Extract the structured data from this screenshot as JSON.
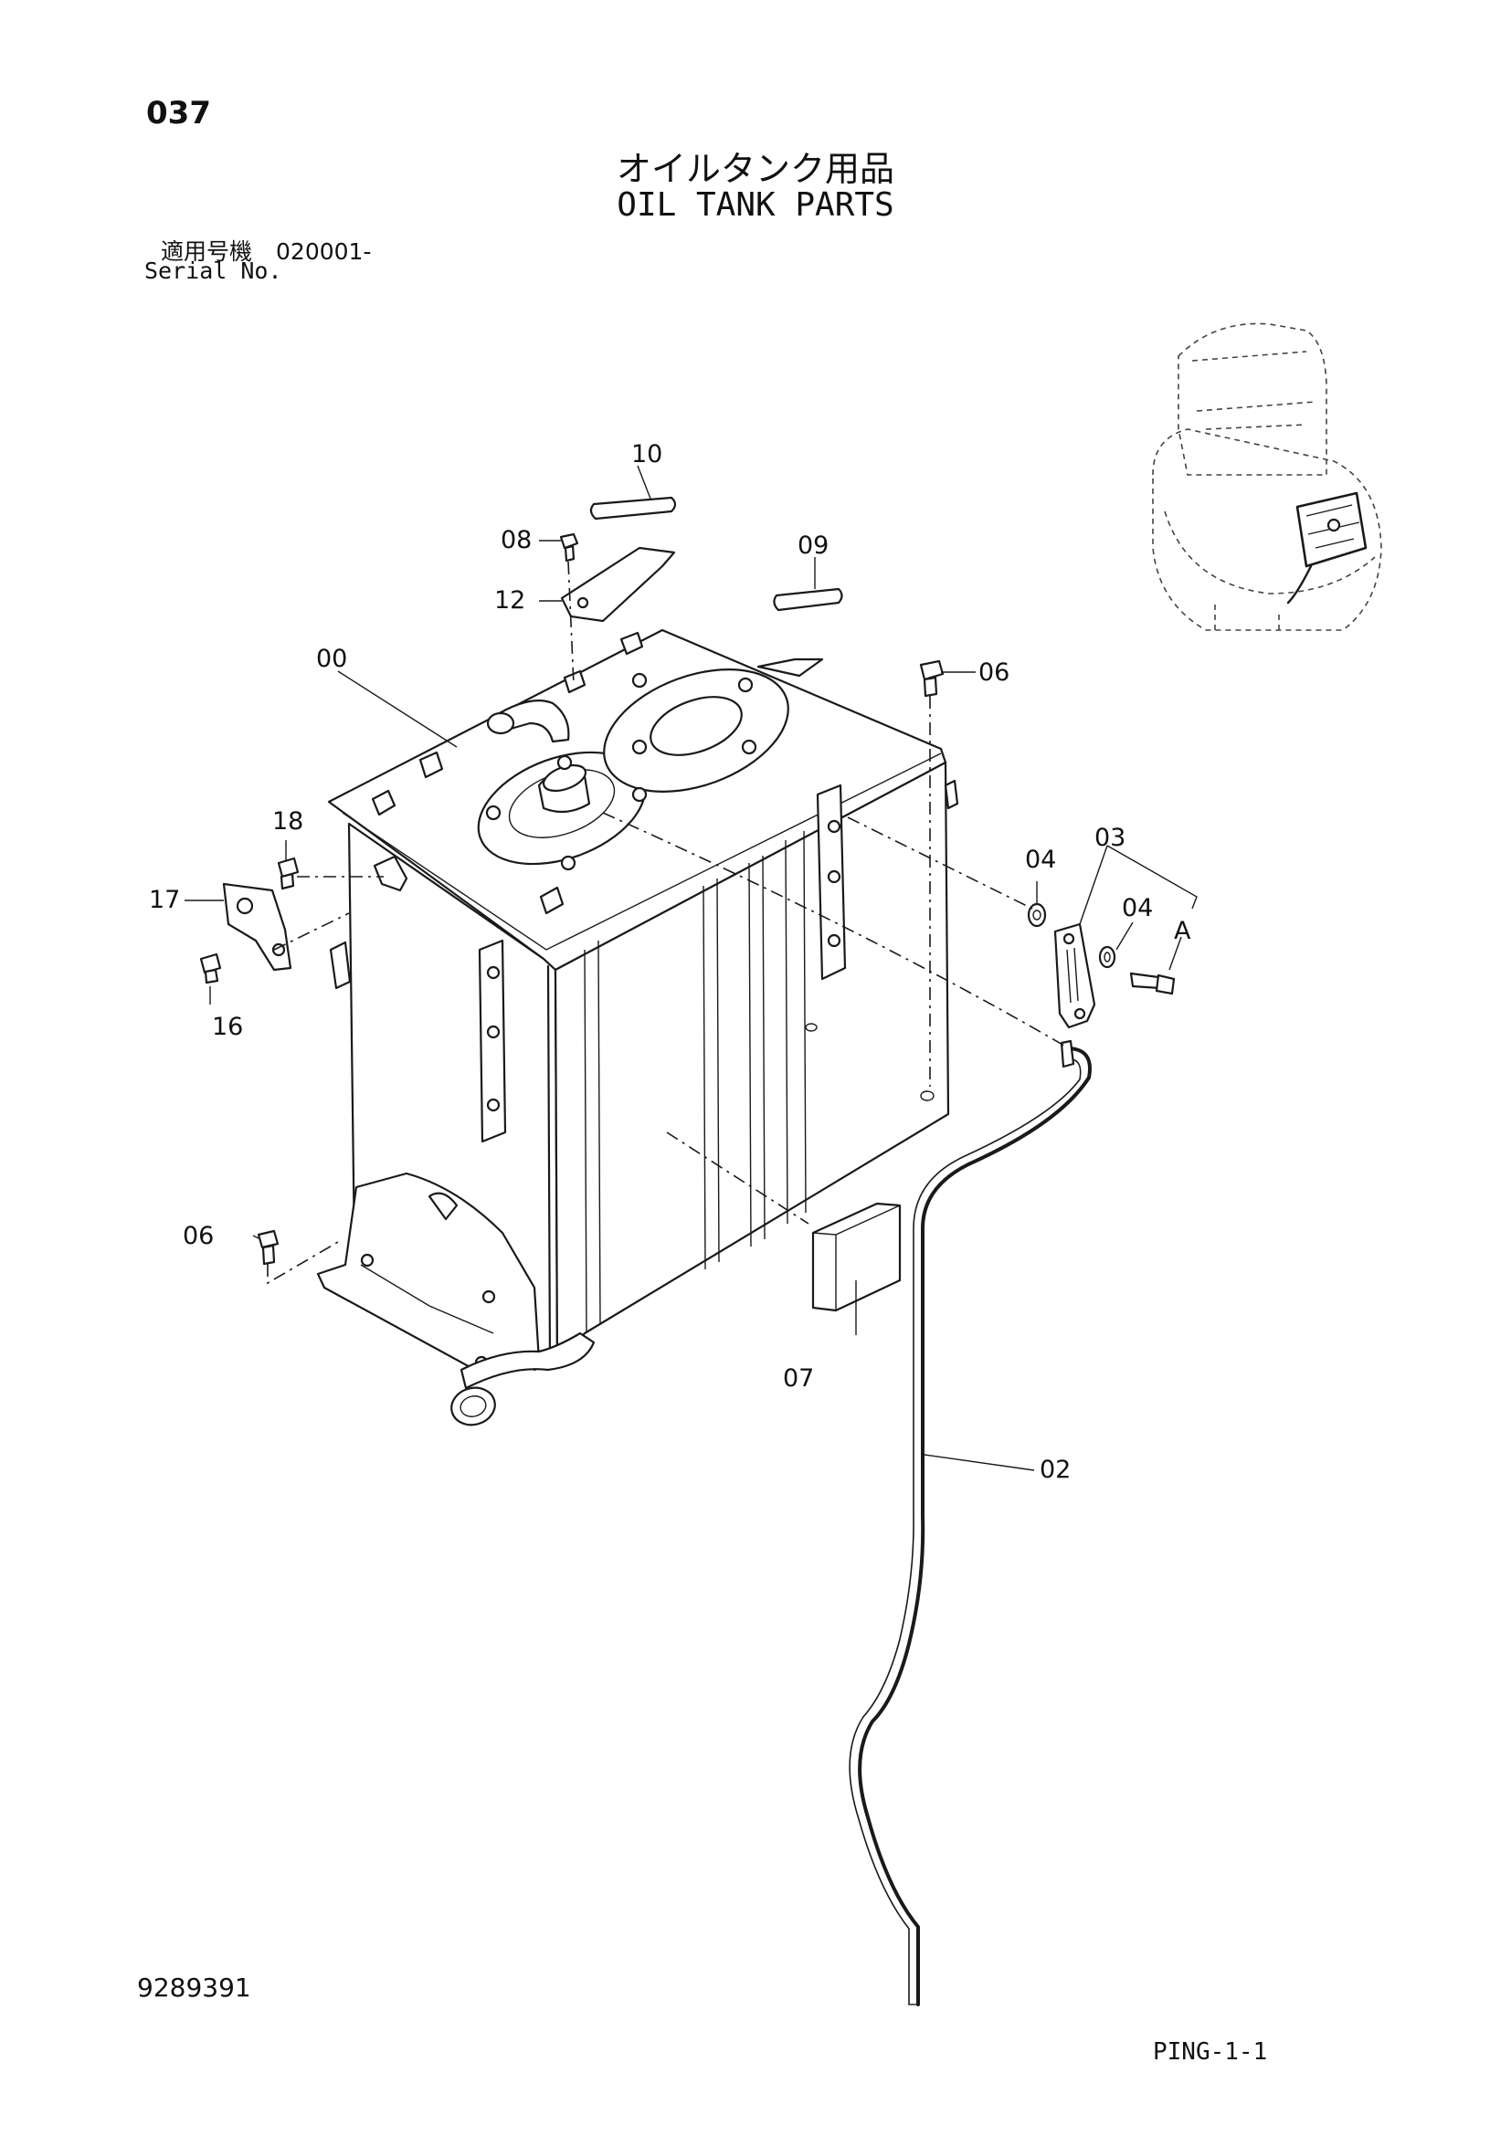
{
  "header": {
    "page_number": "037",
    "title_ja": "オイルタンク用品",
    "title_en": "OIL TANK PARTS",
    "serial_label_ja": "適用号機",
    "serial_value": "020001-",
    "serial_label_en": "Serial No."
  },
  "callouts": {
    "c00": "00",
    "c02": "02",
    "c03": "03",
    "c04a": "04",
    "c04b": "04",
    "c06a": "06",
    "c06b": "06",
    "c07": "07",
    "c08": "08",
    "c09": "09",
    "c10": "10",
    "c12": "12",
    "c16": "16",
    "c17": "17",
    "c18": "18",
    "cA": "A"
  },
  "footer": {
    "doc_number": "9289391",
    "page_code": "PING-1-1"
  }
}
